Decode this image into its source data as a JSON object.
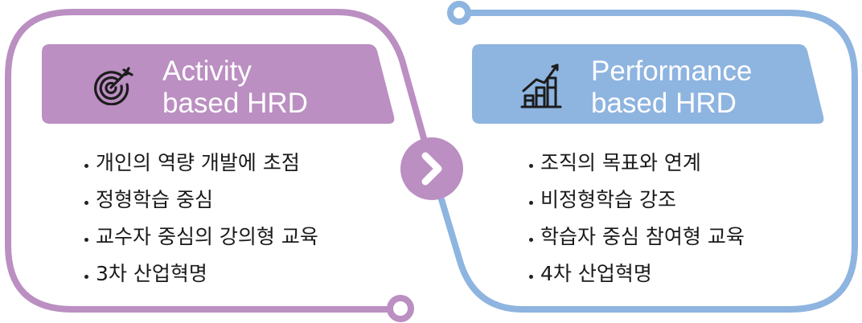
{
  "left_panel": {
    "title_line1": "Activity",
    "title_line2": "based HRD",
    "icon": "target-icon",
    "accent_color": "#bb8fc2",
    "items": [
      "개인의 역량 개발에 초점",
      "정형학습 중심",
      "교수자 중심의 강의형 교육",
      "3차 산업혁명"
    ]
  },
  "right_panel": {
    "title_line1": "Performance",
    "title_line2": "based HRD",
    "icon": "growth-chart-icon",
    "accent_color": "#8eb4e0",
    "items": [
      "조직의 목표와 연계",
      "비정형학습 강조",
      "학습자 중심 참여형 교육",
      "4차 산업혁명"
    ]
  },
  "connector": {
    "icon": "chevron-right-icon",
    "color": "#bb8fc2"
  }
}
